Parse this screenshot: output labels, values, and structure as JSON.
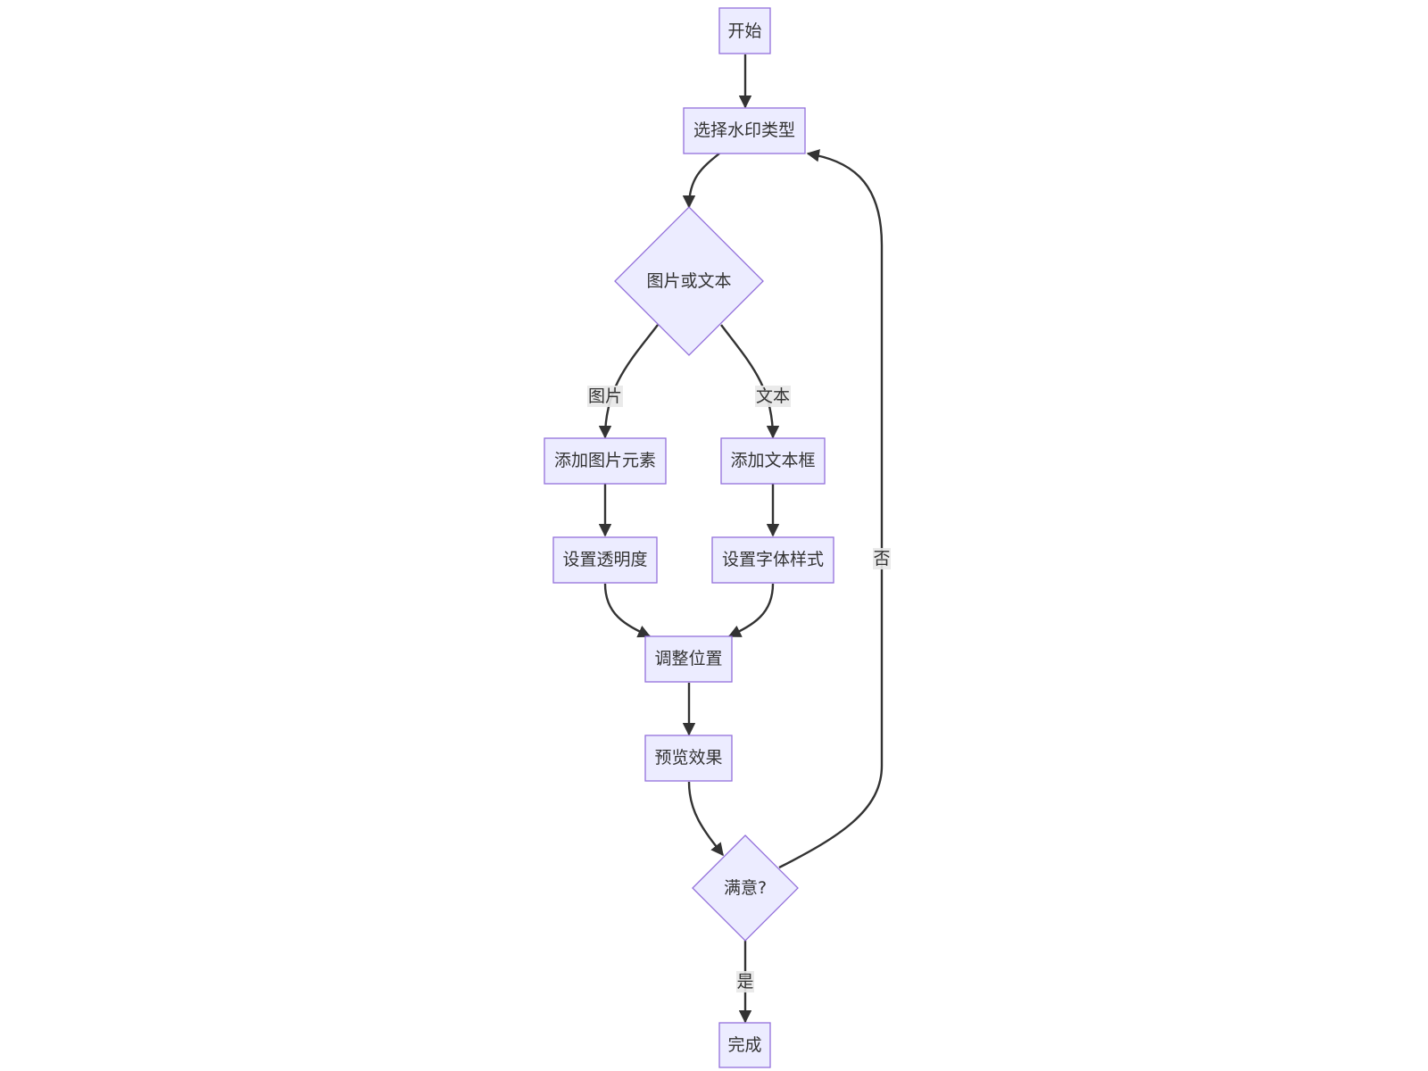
{
  "nodes": {
    "start": "开始",
    "select_type": "选择水印类型",
    "decision_type": "图片或文本",
    "add_image": "添加图片元素",
    "add_textbox": "添加文本框",
    "set_opacity": "设置透明度",
    "set_font_style": "设置字体样式",
    "adjust_position": "调整位置",
    "preview": "预览效果",
    "decision_satisfied": "满意?",
    "done": "完成"
  },
  "edge_labels": {
    "image": "图片",
    "text": "文本",
    "no": "否",
    "yes": "是"
  },
  "colors": {
    "node_fill": "#ececff",
    "node_stroke": "#9370db",
    "edge": "#333333",
    "label_bg": "#e8e8e8"
  }
}
